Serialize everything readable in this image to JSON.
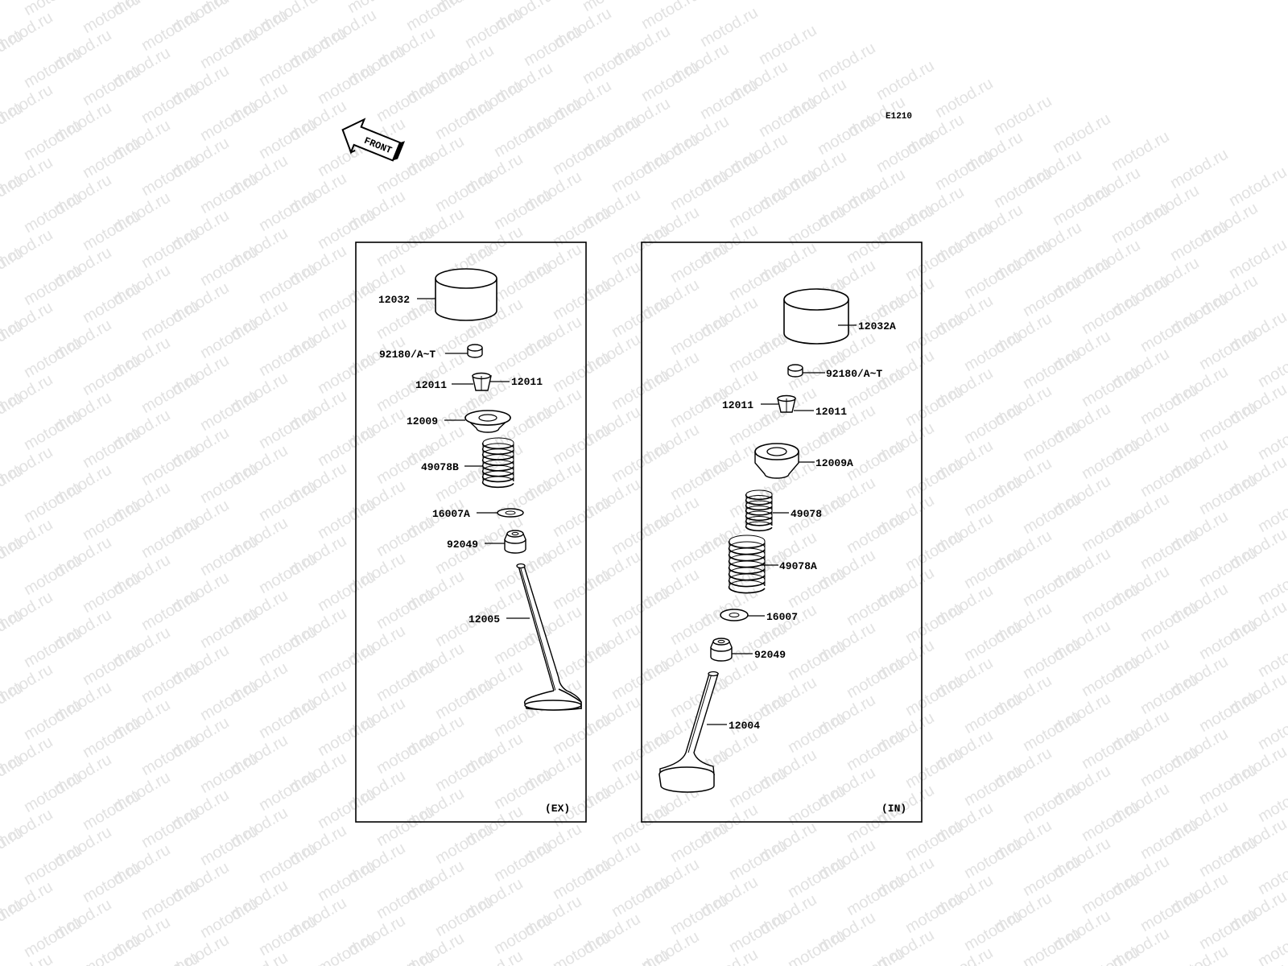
{
  "watermark": "motod.ru",
  "diagram_code": "E1210",
  "front_arrow": {
    "label": "FRONT",
    "icon": "front-arrow-icon"
  },
  "panels": {
    "exhaust": {
      "caption": "(EX)",
      "parts": {
        "tappet": "12032",
        "shim": "92180/A~T",
        "cotter_left": "12011",
        "cotter_right": "12011",
        "retainer": "12009",
        "spring": "49078B",
        "spring_seat": "16007A",
        "stem_seal": "92049",
        "valve": "12005"
      }
    },
    "intake": {
      "caption": "(IN)",
      "parts": {
        "tappet": "12032A",
        "shim": "92180/A~T",
        "cotter_left": "12011",
        "cotter_right": "12011",
        "retainer": "12009A",
        "spring_inner": "49078",
        "spring_outer": "49078A",
        "spring_seat": "16007",
        "stem_seal": "92049",
        "valve": "12004"
      }
    }
  }
}
